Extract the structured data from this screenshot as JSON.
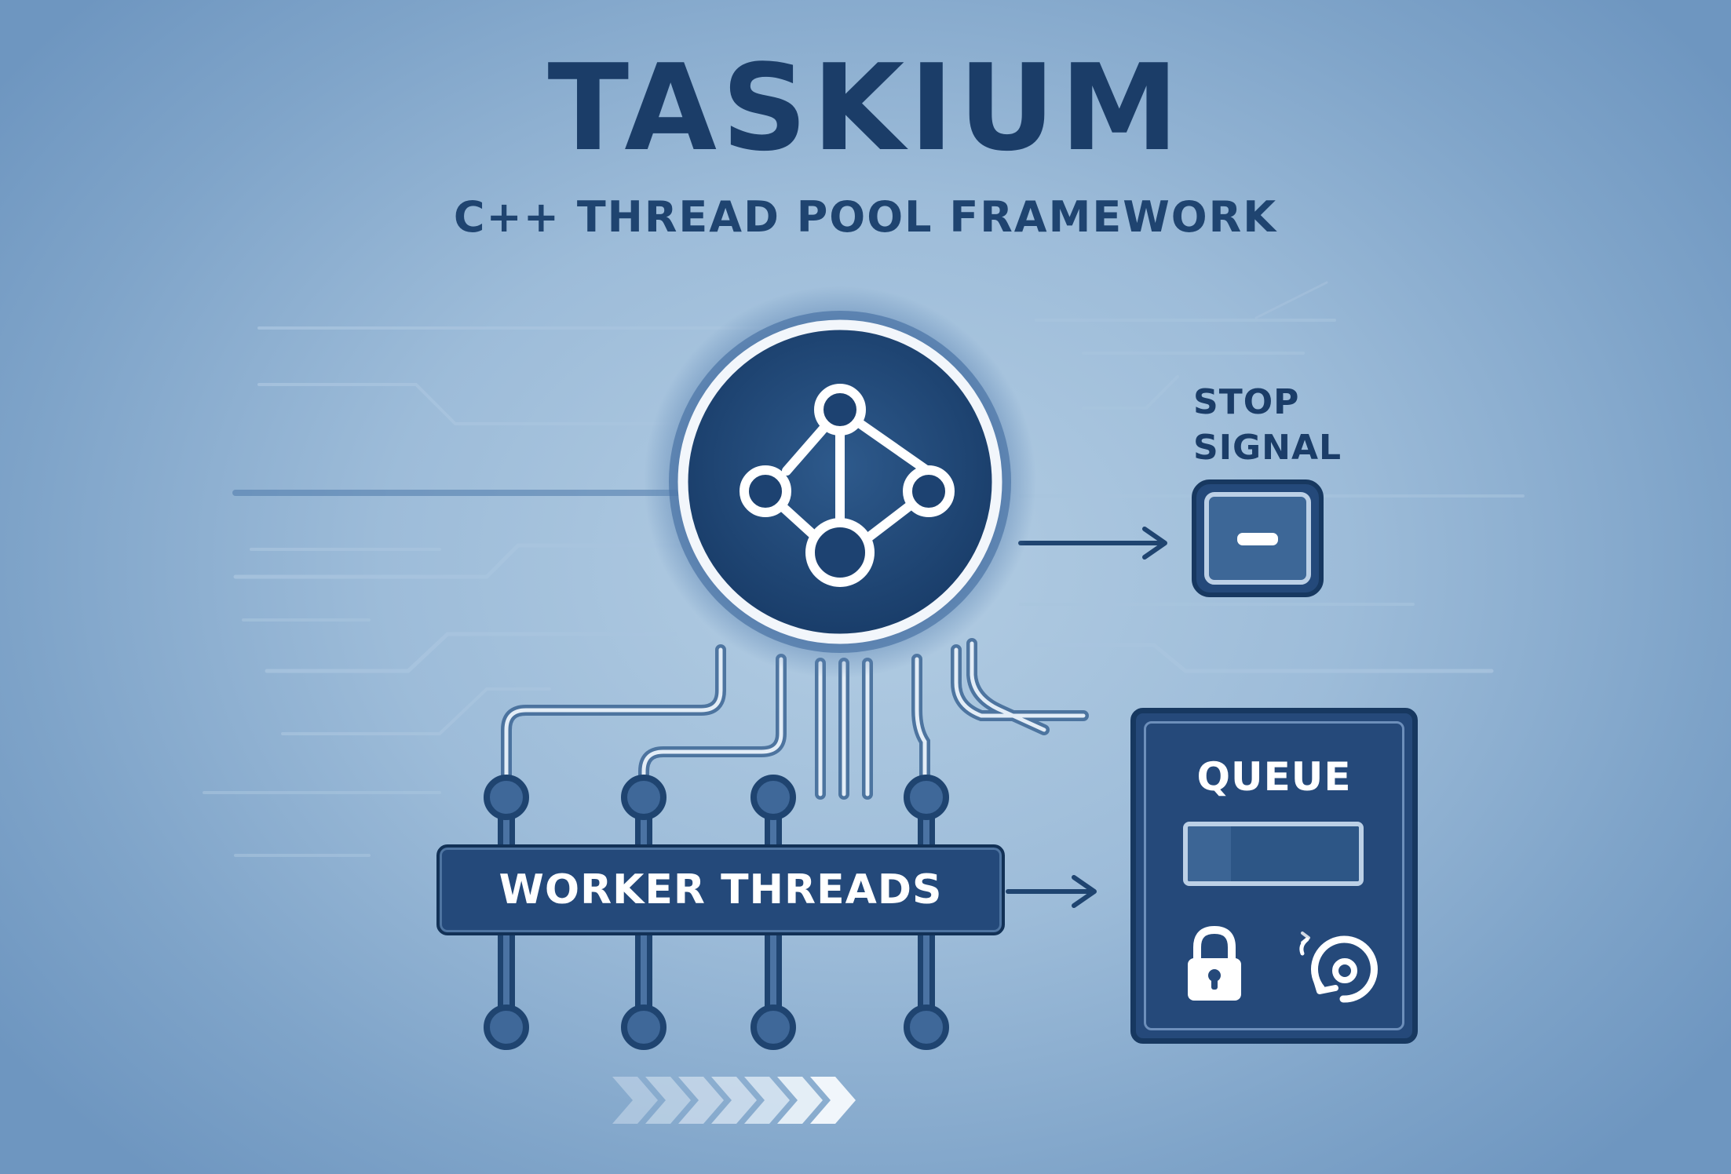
{
  "title": "TASKIUM",
  "subtitle": "C++ THREAD POOL FRAMEWORK",
  "stop_signal": {
    "line1": "STOP",
    "line2": "SIGNAL"
  },
  "worker_threads": {
    "label": "WORKER THREADS",
    "thread_count": 4
  },
  "queue": {
    "label": "QUEUE",
    "fill_fraction": 0.25
  },
  "icons": {
    "hub": "task-graph-icon",
    "stop": "stop-button-icon",
    "lock": "lock-icon",
    "recycle": "recycle-icon"
  },
  "colors": {
    "background": "#9dbcd9",
    "navy": "#1b3d68",
    "panel": "#25497a",
    "white": "#ffffff"
  }
}
